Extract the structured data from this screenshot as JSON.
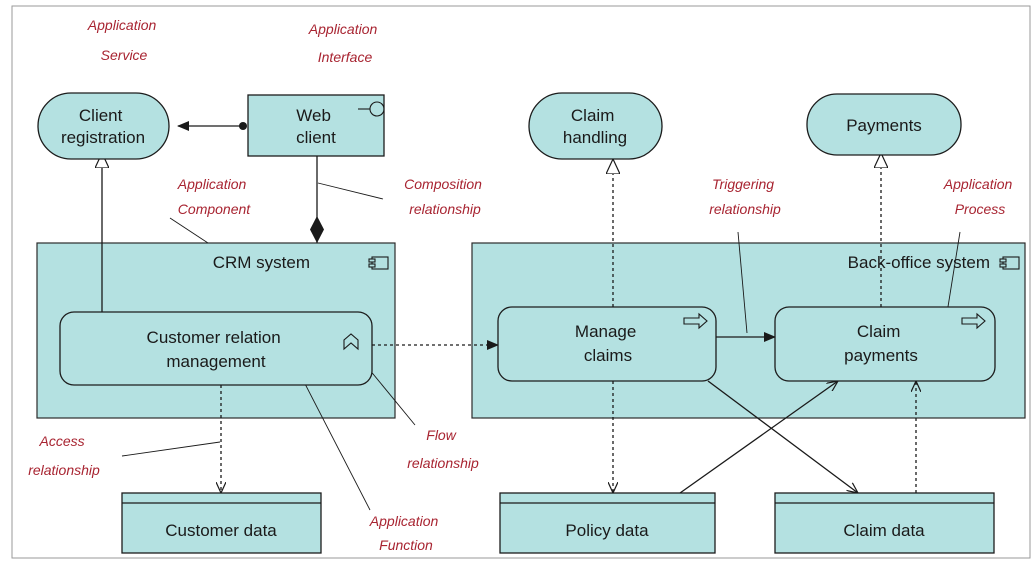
{
  "elements": {
    "client_registration": [
      "Client",
      "registration"
    ],
    "web_client": [
      "Web",
      "client"
    ],
    "claim_handling": [
      "Claim",
      "handling"
    ],
    "payments": [
      "Payments"
    ],
    "crm_system": "CRM system",
    "back_office_system": "Back-office system",
    "customer_relation_management": [
      "Customer relation",
      "management"
    ],
    "manage_claims": [
      "Manage",
      "claims"
    ],
    "claim_payments": [
      "Claim",
      "payments"
    ],
    "customer_data": "Customer data",
    "policy_data": "Policy data",
    "claim_data": "Claim data"
  },
  "annotations": {
    "application_service": [
      "Application",
      "Service"
    ],
    "application_interface": [
      "Application",
      "Interface"
    ],
    "application_component": [
      "Application",
      "Component"
    ],
    "composition_relationship": [
      "Composition",
      "relationship"
    ],
    "triggering_relationship": [
      "Triggering",
      "relationship"
    ],
    "application_process": [
      "Application",
      "Process"
    ],
    "access_relationship": [
      "Access",
      "relationship"
    ],
    "flow_relationship": [
      "Flow",
      "relationship"
    ],
    "application_function": [
      "Application",
      "Function"
    ]
  },
  "colors": {
    "element_fill": "#b4e1e1",
    "annotation_text": "#a82431",
    "line": "#1a1a1a"
  }
}
